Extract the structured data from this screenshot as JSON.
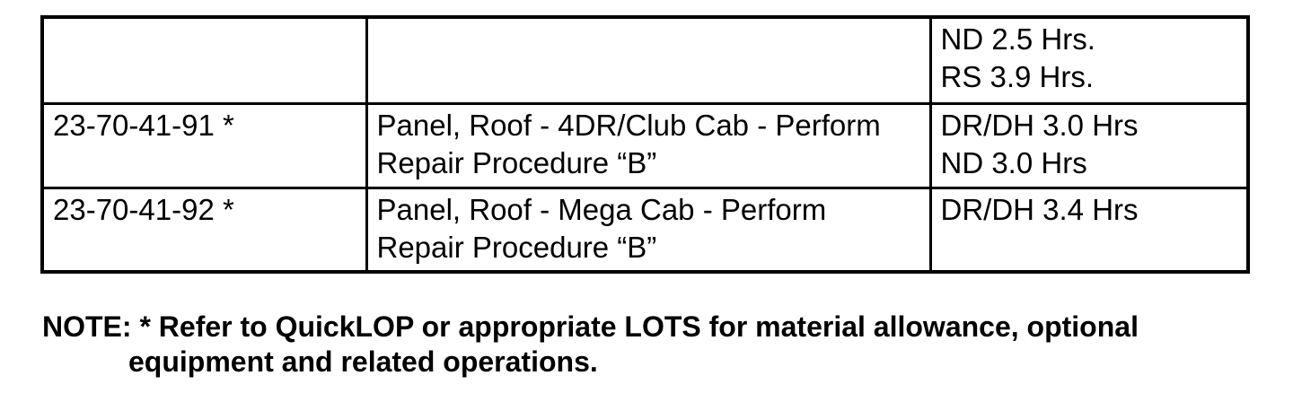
{
  "colors": {
    "background": "#ffffff",
    "text": "#000000",
    "border": "#000000"
  },
  "table": {
    "rows": [
      {
        "code": "",
        "description": [],
        "time": [
          "ND 2.5 Hrs.",
          "RS 3.9 Hrs."
        ]
      },
      {
        "code": "23-70-41-91 *",
        "description": [
          "Panel, Roof - 4DR/Club Cab - Perform",
          "Repair Procedure “B”"
        ],
        "time": [
          "DR/DH 3.0 Hrs",
          "ND 3.0 Hrs"
        ]
      },
      {
        "code": "23-70-41-92 *",
        "description": [
          "Panel, Roof - Mega Cab - Perform",
          "Repair Procedure “B”"
        ],
        "time": [
          "DR/DH 3.4 Hrs"
        ]
      }
    ]
  },
  "note": {
    "line1": "NOTE: * Refer to QuickLOP or appropriate LOTS for material allowance, optional",
    "line2": "equipment and related operations."
  }
}
